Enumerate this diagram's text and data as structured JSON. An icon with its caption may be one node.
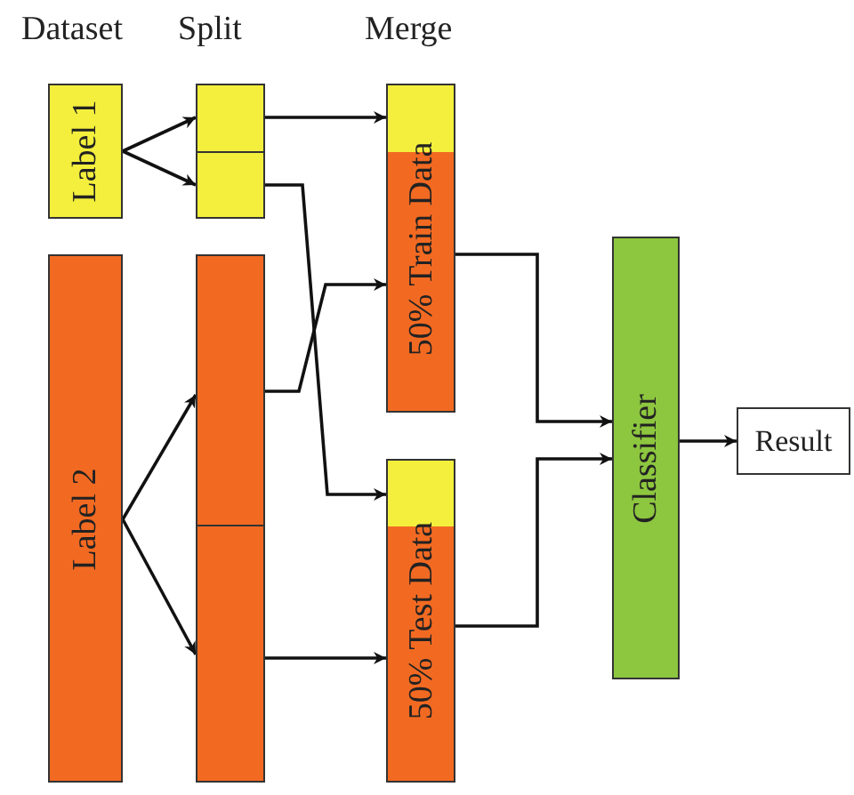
{
  "diagram": {
    "nodes": [
      {
        "text": [
          "Label 1"
        ]
      },
      {
        "text": [
          "Label 2"
        ]
      },
      {
        "text": [],
        "shape": "box"
      },
      {
        "text": [],
        "shape": "box"
      },
      {
        "text": [],
        "shape": "box"
      },
      {
        "text": [],
        "shape": "box"
      },
      {
        "text": [
          "50% Train Data"
        ]
      },
      {
        "text": [
          "50% Test Data"
        ]
      },
      {
        "text": [
          "Classifier"
        ]
      },
      {
        "text": [
          "Result"
        ]
      }
    ],
    "edges": [
      {
        "from": 0,
        "to": 2,
        "arrow": "to"
      },
      {
        "from": 0,
        "to": 3,
        "arrow": "to"
      },
      {
        "from": 1,
        "to": 4,
        "arrow": "to"
      },
      {
        "from": 1,
        "to": 5,
        "arrow": "to"
      },
      {
        "from": 2,
        "to": 6,
        "arrow": "to"
      },
      {
        "from": 3,
        "to": 7,
        "arrow": "to"
      },
      {
        "from": 4,
        "to": 6,
        "arrow": "to"
      },
      {
        "from": 5,
        "to": 7,
        "arrow": "to"
      },
      {
        "from": 6,
        "to": 8,
        "arrow": "to"
      },
      {
        "from": 7,
        "to": 8,
        "arrow": "to"
      },
      {
        "from": 8,
        "to": 9,
        "arrow": "to"
      }
    ],
    "labels": [
      "Dataset",
      "Split",
      "Merge"
    ]
  }
}
